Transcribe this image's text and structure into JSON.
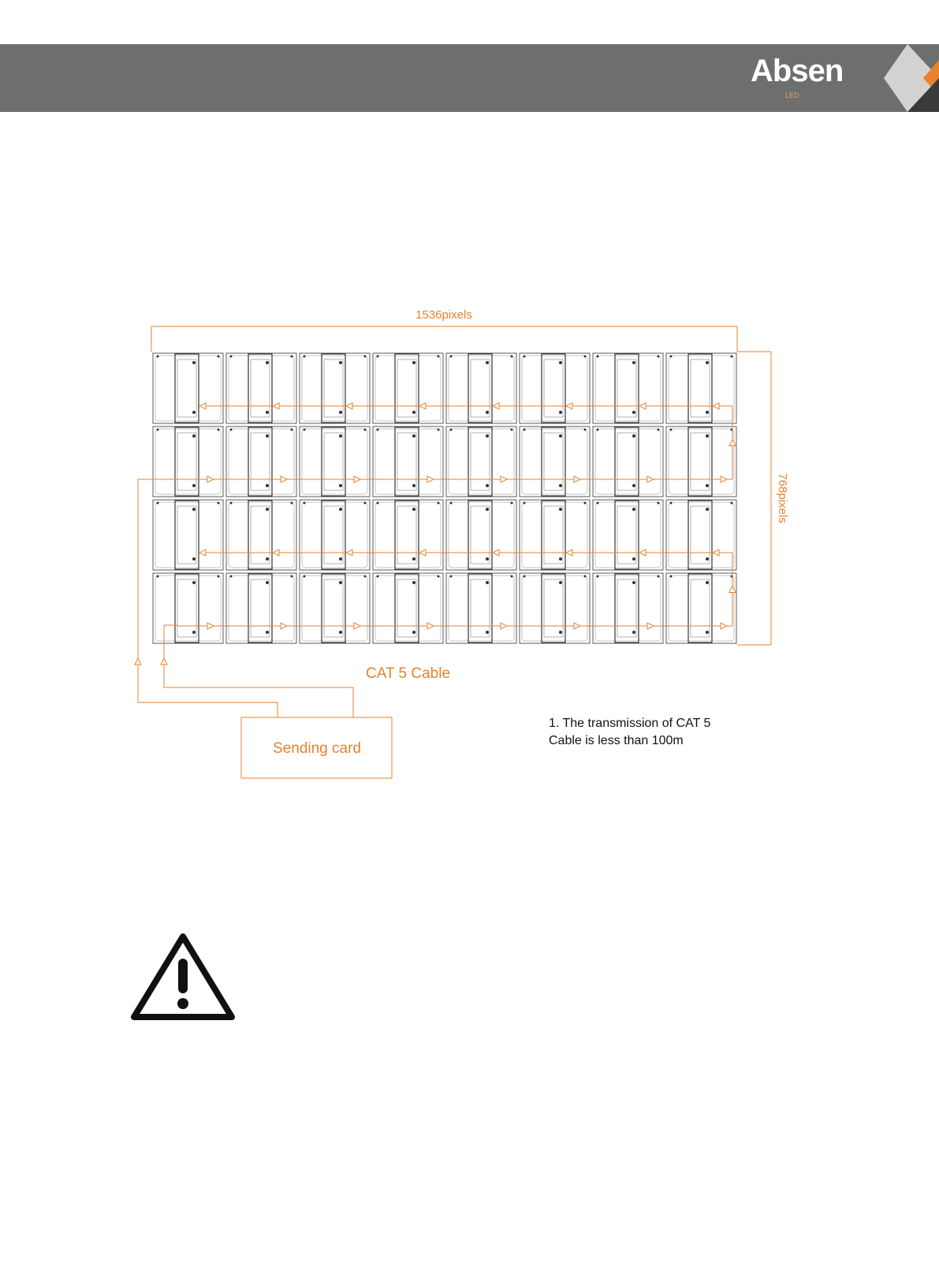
{
  "header": {
    "logo_text": "Absen",
    "logo_sub": "LED",
    "colors": {
      "bar": "#6c6f6e",
      "accent": "#e8822c",
      "diamond": "#c9c9c9",
      "dark": "#3a3a3a"
    }
  },
  "diagram": {
    "width_label": "1536pixels",
    "height_label": "768pixels",
    "cable_label": "CAT 5 Cable",
    "sending_card_label": "Sending card",
    "grid": {
      "columns": 8,
      "rows": 4
    },
    "line_color": "#e8822c",
    "cabinet_color": "#333333"
  },
  "note": {
    "line1": "1. The transmission of CAT 5",
    "line2": "Cable is less than 100m"
  },
  "warning": {
    "icon": "warning-triangle-icon"
  }
}
